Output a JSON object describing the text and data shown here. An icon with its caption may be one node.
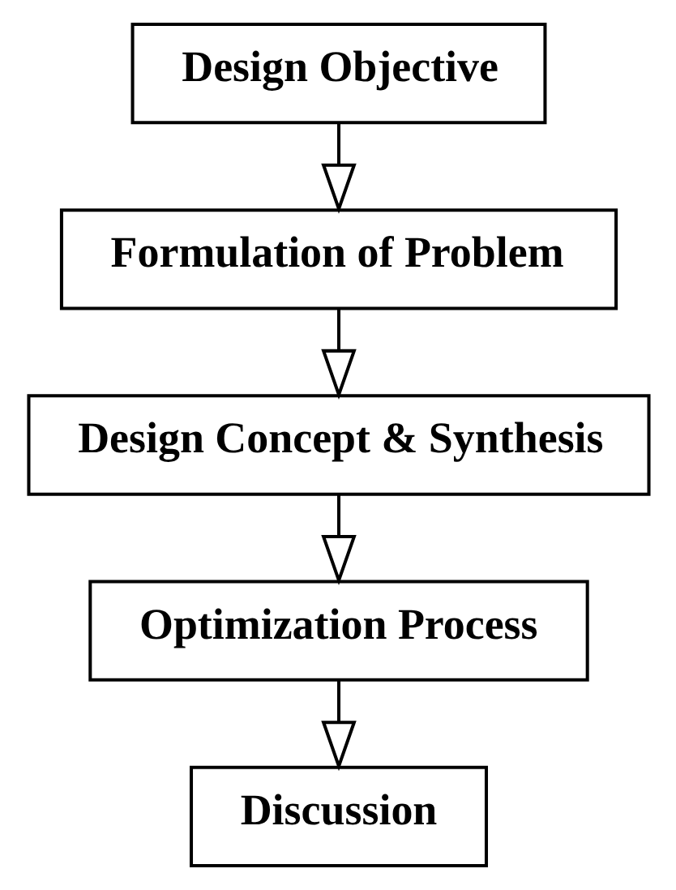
{
  "diagram": {
    "nodes": [
      {
        "text": [
          "Design Objective"
        ]
      },
      {
        "text": [
          "Formulation of Problem"
        ]
      },
      {
        "text": [
          "Design Concept & Synthesis"
        ]
      },
      {
        "text": [
          "Optimization Process"
        ]
      },
      {
        "text": [
          "Discussion"
        ]
      }
    ],
    "edges": [
      {
        "from": 0,
        "to": 1,
        "arrow": "to"
      },
      {
        "from": 1,
        "to": 2,
        "arrow": "to"
      },
      {
        "from": 2,
        "to": 3,
        "arrow": "to"
      },
      {
        "from": 3,
        "to": 4,
        "arrow": "to"
      }
    ]
  }
}
